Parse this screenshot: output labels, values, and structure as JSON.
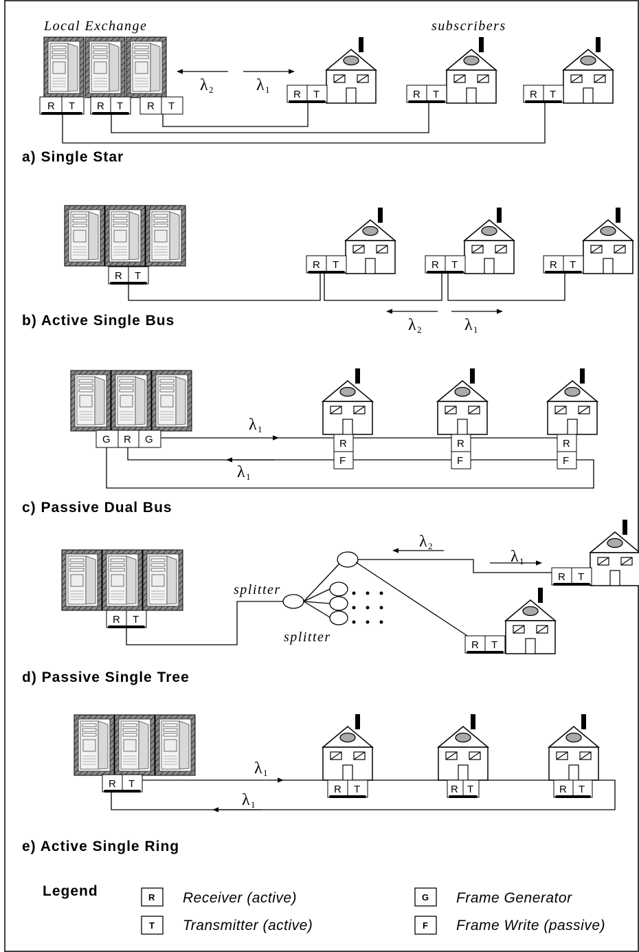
{
  "header": {
    "local_exchange": "Local Exchange",
    "subscribers": "subscribers"
  },
  "sections": {
    "a": "a) Single Star",
    "b": "b) Active Single Bus",
    "c": "c) Passive Dual Bus",
    "d": "d) Passive Single Tree",
    "e": "e) Active Single Ring"
  },
  "labels": {
    "R": "R",
    "T": "T",
    "G": "G",
    "F": "F",
    "lambda": "λ",
    "sub1": "1",
    "sub2": "2",
    "splitter": "splitter"
  },
  "legend": {
    "title": "Legend",
    "items": [
      {
        "key": "R",
        "text": "Receiver (active)"
      },
      {
        "key": "T",
        "text": "Transmitter (active)"
      },
      {
        "key": "G",
        "text": "Frame Generator"
      },
      {
        "key": "F",
        "text": "Frame Write (passive)"
      }
    ]
  }
}
